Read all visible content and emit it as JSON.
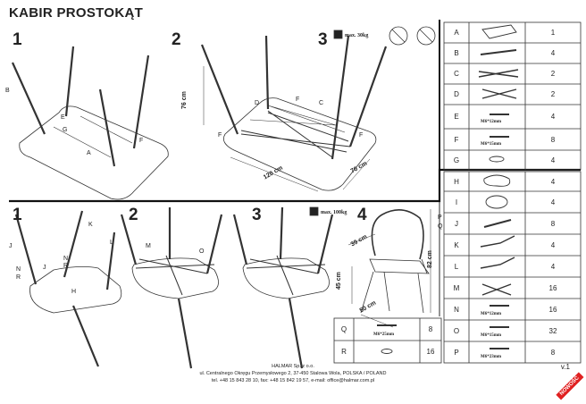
{
  "title": "KABIR PROSTOKĄT",
  "table_section": {
    "steps": [
      "1",
      "2",
      "3"
    ],
    "labels": {
      "A": "A",
      "B": "B",
      "C": "C",
      "D": "D",
      "E": "E",
      "F": "F",
      "G": "G"
    },
    "dims": {
      "height": "76 cm",
      "length": "120 cm",
      "width": "70 cm"
    },
    "max_load": "max. 30kg"
  },
  "chair_section": {
    "steps": [
      "1",
      "2",
      "3",
      "4"
    ],
    "labels": {
      "H": "H",
      "I": "I",
      "J": "J",
      "K": "K",
      "L": "L",
      "M": "M",
      "N": "N",
      "O": "O",
      "P": "P",
      "Q": "Q",
      "R": "R"
    },
    "dims": {
      "width": "39 cm",
      "height": "82 cm",
      "seat": "45 cm",
      "depth": "50 cm"
    },
    "max_load": "max. 100kg"
  },
  "parts_top": [
    {
      "letter": "A",
      "qty": "1",
      "spec": ""
    },
    {
      "letter": "B",
      "qty": "4",
      "spec": ""
    },
    {
      "letter": "C",
      "qty": "2",
      "spec": ""
    },
    {
      "letter": "D",
      "qty": "2",
      "spec": ""
    },
    {
      "letter": "E",
      "qty": "4",
      "spec": "M6*12mm"
    },
    {
      "letter": "F",
      "qty": "8",
      "spec": "M6*15mm"
    },
    {
      "letter": "G",
      "qty": "4",
      "spec": ""
    }
  ],
  "parts_bottom": [
    {
      "letter": "H",
      "qty": "4",
      "spec": ""
    },
    {
      "letter": "I",
      "qty": "4",
      "spec": ""
    },
    {
      "letter": "J",
      "qty": "8",
      "spec": ""
    },
    {
      "letter": "K",
      "qty": "4",
      "spec": ""
    },
    {
      "letter": "L",
      "qty": "4",
      "spec": ""
    },
    {
      "letter": "M",
      "qty": "16",
      "spec": ""
    },
    {
      "letter": "N",
      "qty": "16",
      "spec": "M6*12mm"
    },
    {
      "letter": "O",
      "qty": "32",
      "spec": "M6*15mm"
    },
    {
      "letter": "P",
      "qty": "8",
      "spec": "M6*23mm"
    }
  ],
  "parts_extra": [
    {
      "letter": "Q",
      "qty": "8",
      "spec": "M6*25mm"
    },
    {
      "letter": "R",
      "qty": "16",
      "spec": ""
    }
  ],
  "footer": {
    "company": "HALMAR Sp. z o.o.",
    "address": "ul. Centralnego Okręgu Przemysłowego 2, 37-450 Stalowa Wola, POLSKA / POLAND",
    "contact": "tel. +48 15 843 28 10, fax: +48 15 842 19 57, e-mail: office@halmar.com.pl"
  },
  "version": "v.1",
  "badge": "NOWOŚĆ"
}
